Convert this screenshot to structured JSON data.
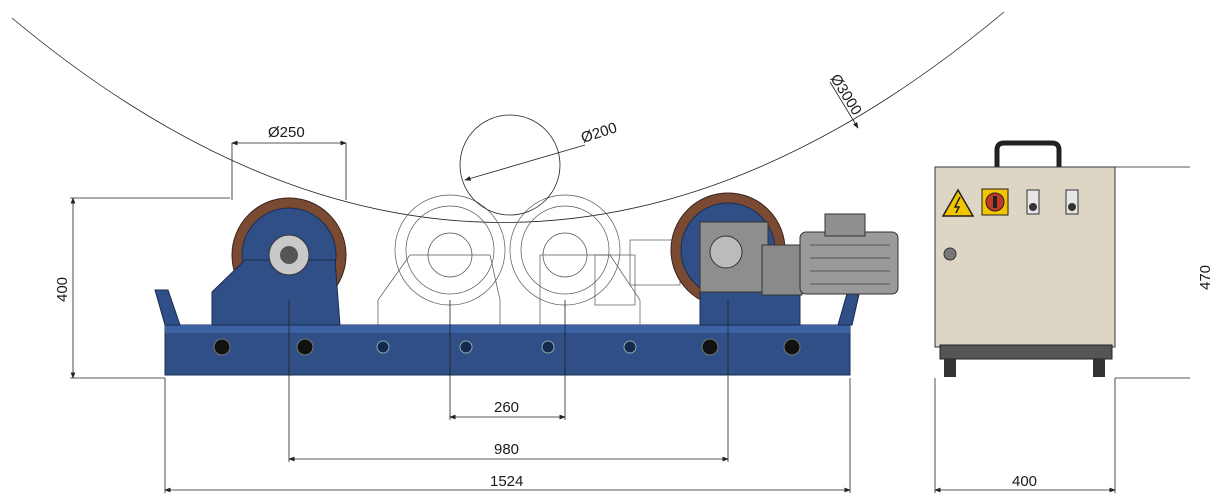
{
  "dimensions": {
    "vessel_diameter": "Ø3000",
    "wheel_diameter": "Ø250",
    "min_pipe_diameter": "Ø200",
    "height": "400",
    "cabinet_height": "470",
    "min_center_distance": "260",
    "center_distance": "980",
    "overall_length": "1524",
    "cabinet_width": "400"
  },
  "colors": {
    "frame_blue": "#2f4f86",
    "wheel_brown": "#7b4a33",
    "motor_grey": "#9a9a9a",
    "cabinet_beige": "#ddd6c5",
    "warning_yellow": "#f2c500"
  },
  "icons": {
    "warning": "high-voltage-warning-icon",
    "main_switch": "power-switch-icon"
  }
}
